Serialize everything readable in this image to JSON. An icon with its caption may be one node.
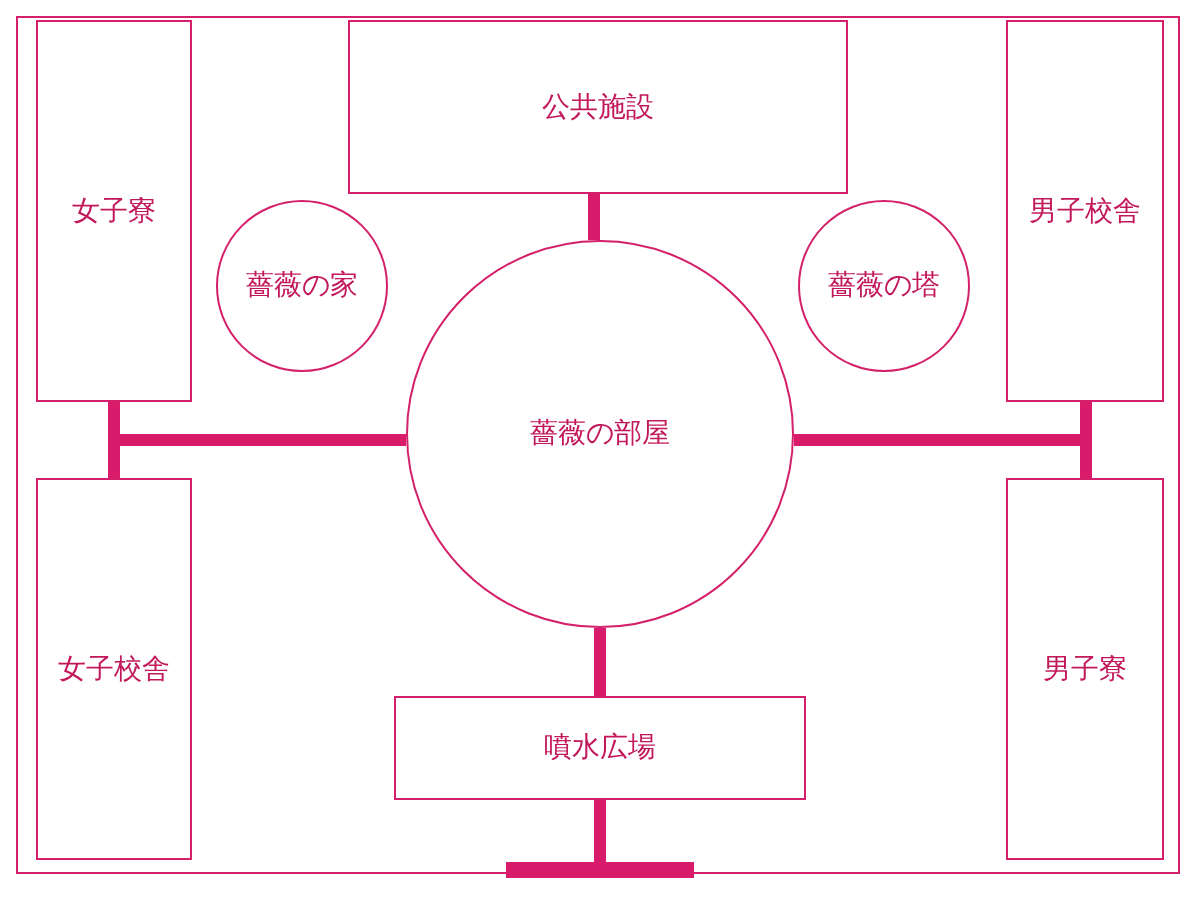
{
  "diagram": {
    "nodes": [
      {
        "text": [
          "女子寮"
        ]
      },
      {
        "text": [
          "公共施設"
        ]
      },
      {
        "text": [
          "男子校舎"
        ]
      },
      {
        "text": [
          "薔薇の家"
        ]
      },
      {
        "text": [
          "薔薇の塔"
        ]
      },
      {
        "text": [
          "薔薇の部屋"
        ]
      },
      {
        "text": [
          "女子校舎"
        ]
      },
      {
        "text": [
          "噴水広場"
        ]
      },
      {
        "text": [
          "男子寮"
        ]
      },
      {
        "text": [],
        "shape": "bar"
      }
    ],
    "edges": [
      {
        "from": 5,
        "to": 1,
        "arrow": "none"
      },
      {
        "from": 5,
        "to": 0,
        "arrow": "none"
      },
      {
        "from": 5,
        "to": 6,
        "arrow": "none"
      },
      {
        "from": 5,
        "to": 2,
        "arrow": "none"
      },
      {
        "from": 5,
        "to": 8,
        "arrow": "none"
      },
      {
        "from": 5,
        "to": 7,
        "arrow": "none"
      },
      {
        "from": 7,
        "to": 9,
        "arrow": "none"
      }
    ]
  }
}
